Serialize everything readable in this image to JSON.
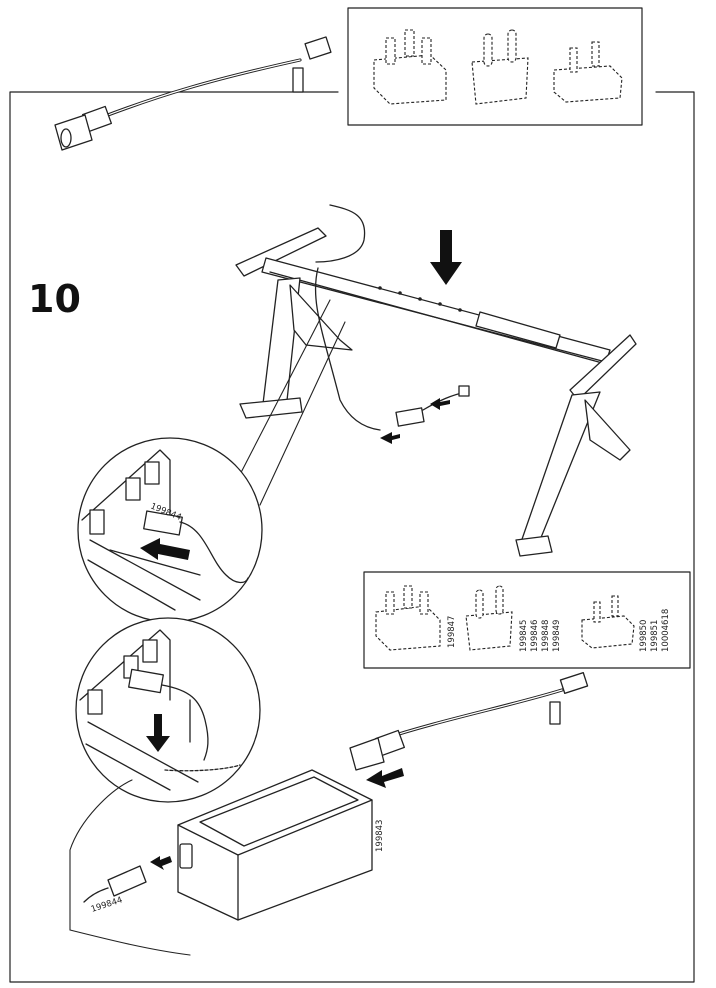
{
  "step": {
    "number": "10"
  },
  "plug_legend": {
    "labels": [
      {
        "code": "199847"
      },
      {
        "code": "199845\n199846\n199848\n199849"
      },
      {
        "code": "199850\n199851\n10004618"
      }
    ]
  },
  "parts": {
    "connector_top": "199844",
    "connector_bottom": "199844",
    "power_adapter": "199843"
  }
}
